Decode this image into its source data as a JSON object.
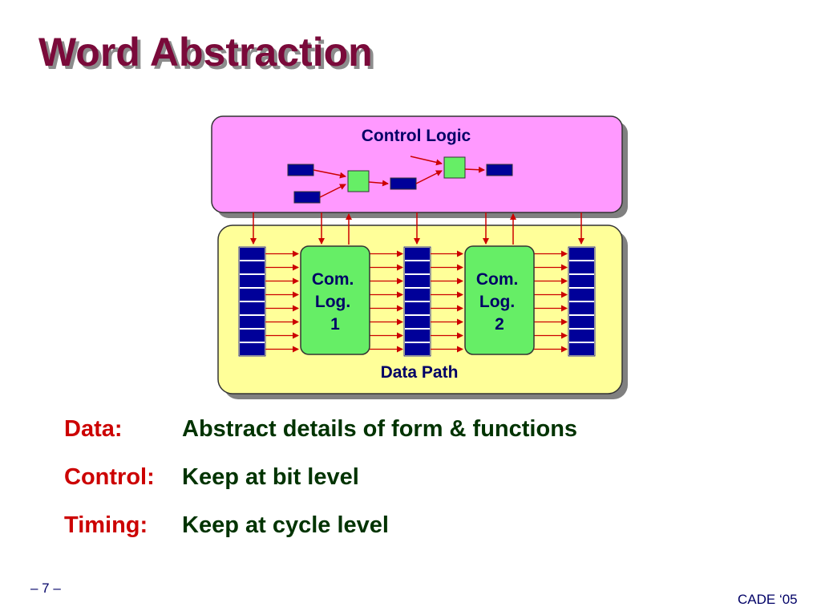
{
  "slide": {
    "title": "Word Abstraction",
    "page_number": "– 7 –",
    "footer_right": "CADE ‘05"
  },
  "diagram": {
    "control_label": "Control Logic",
    "datapath_label": "Data Path",
    "comb1": [
      "Com.",
      "Log.",
      "1"
    ],
    "comb2": [
      "Com.",
      "Log.",
      "2"
    ]
  },
  "rows": [
    {
      "label": "Data:",
      "text": "Abstract details of form & functions"
    },
    {
      "label": "Control:",
      "text": "Keep at bit level"
    },
    {
      "label": "Timing:",
      "text": "Keep at cycle level"
    }
  ],
  "colors": {
    "control_fill": "#ff99ff",
    "datapath_fill": "#ffff99",
    "comb_fill": "#66ee66",
    "register_fill": "#000099",
    "wire": "#cc0000",
    "title": "#7a0a3a",
    "label_red": "#cc0000",
    "text_green": "#003300"
  }
}
